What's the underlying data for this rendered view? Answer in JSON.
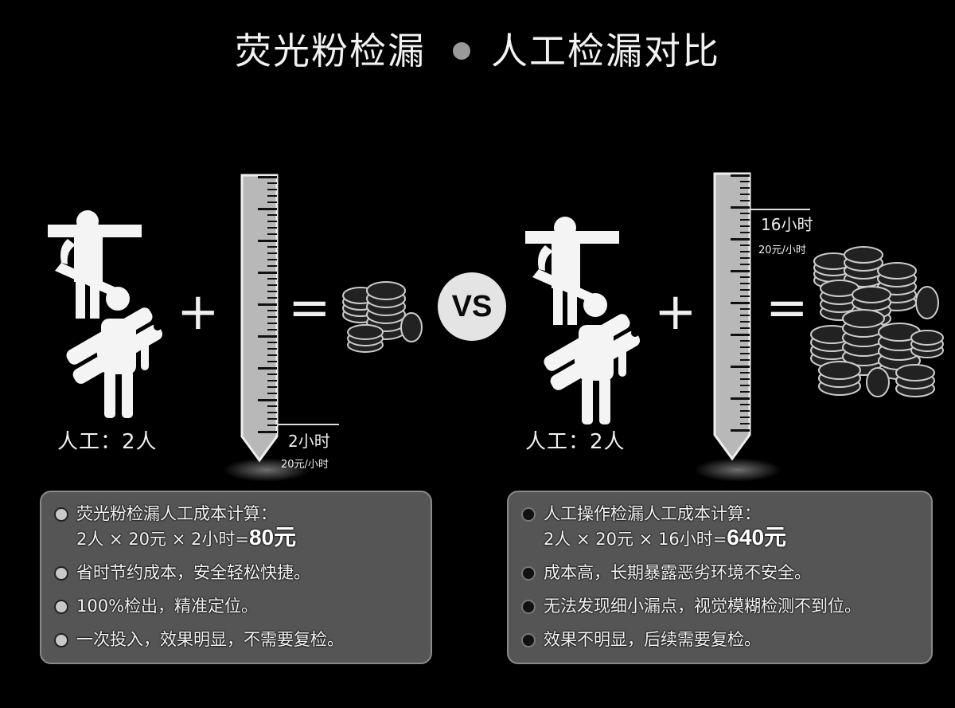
{
  "title": {
    "left": "荧光粉检漏",
    "right": "人工检漏对比"
  },
  "left_panel": {
    "workers_label": "人工：2人",
    "plus": "+",
    "equals": "=",
    "ruler_hours": "2小时",
    "ruler_rate": "20元/小时",
    "coins": "small-coin-stack"
  },
  "vs_label": "VS",
  "right_panel": {
    "workers_label": "人工：2人",
    "plus": "+",
    "equals": "=",
    "ruler_hours": "16小时",
    "ruler_rate": "20元/小时",
    "coins": "large-coin-pile"
  },
  "left_box": {
    "heading": "荧光粉检漏人工成本计算：",
    "calc_prefix": "2人 × 20元 × 2小时=",
    "calc_result": "80元",
    "points": [
      "省时节约成本，安全轻松快捷。",
      "100%检出，精准定位。",
      "一次投入，效果明显，不需要复检。"
    ]
  },
  "right_box": {
    "heading": "人工操作检漏人工成本计算：",
    "calc_prefix": "2人 × 20元 × 16小时=",
    "calc_result": "640元",
    "points": [
      "成本高，长期暴露恶劣环境不安全。",
      "无法发现细小漏点，视觉模糊检测不到位。",
      "效果不明显，后续需要复检。"
    ]
  },
  "colors": {
    "background": "#000000",
    "box_fill": "#555555",
    "box_border": "#8a8a8a",
    "vs_circle": "#e4e4e4"
  }
}
